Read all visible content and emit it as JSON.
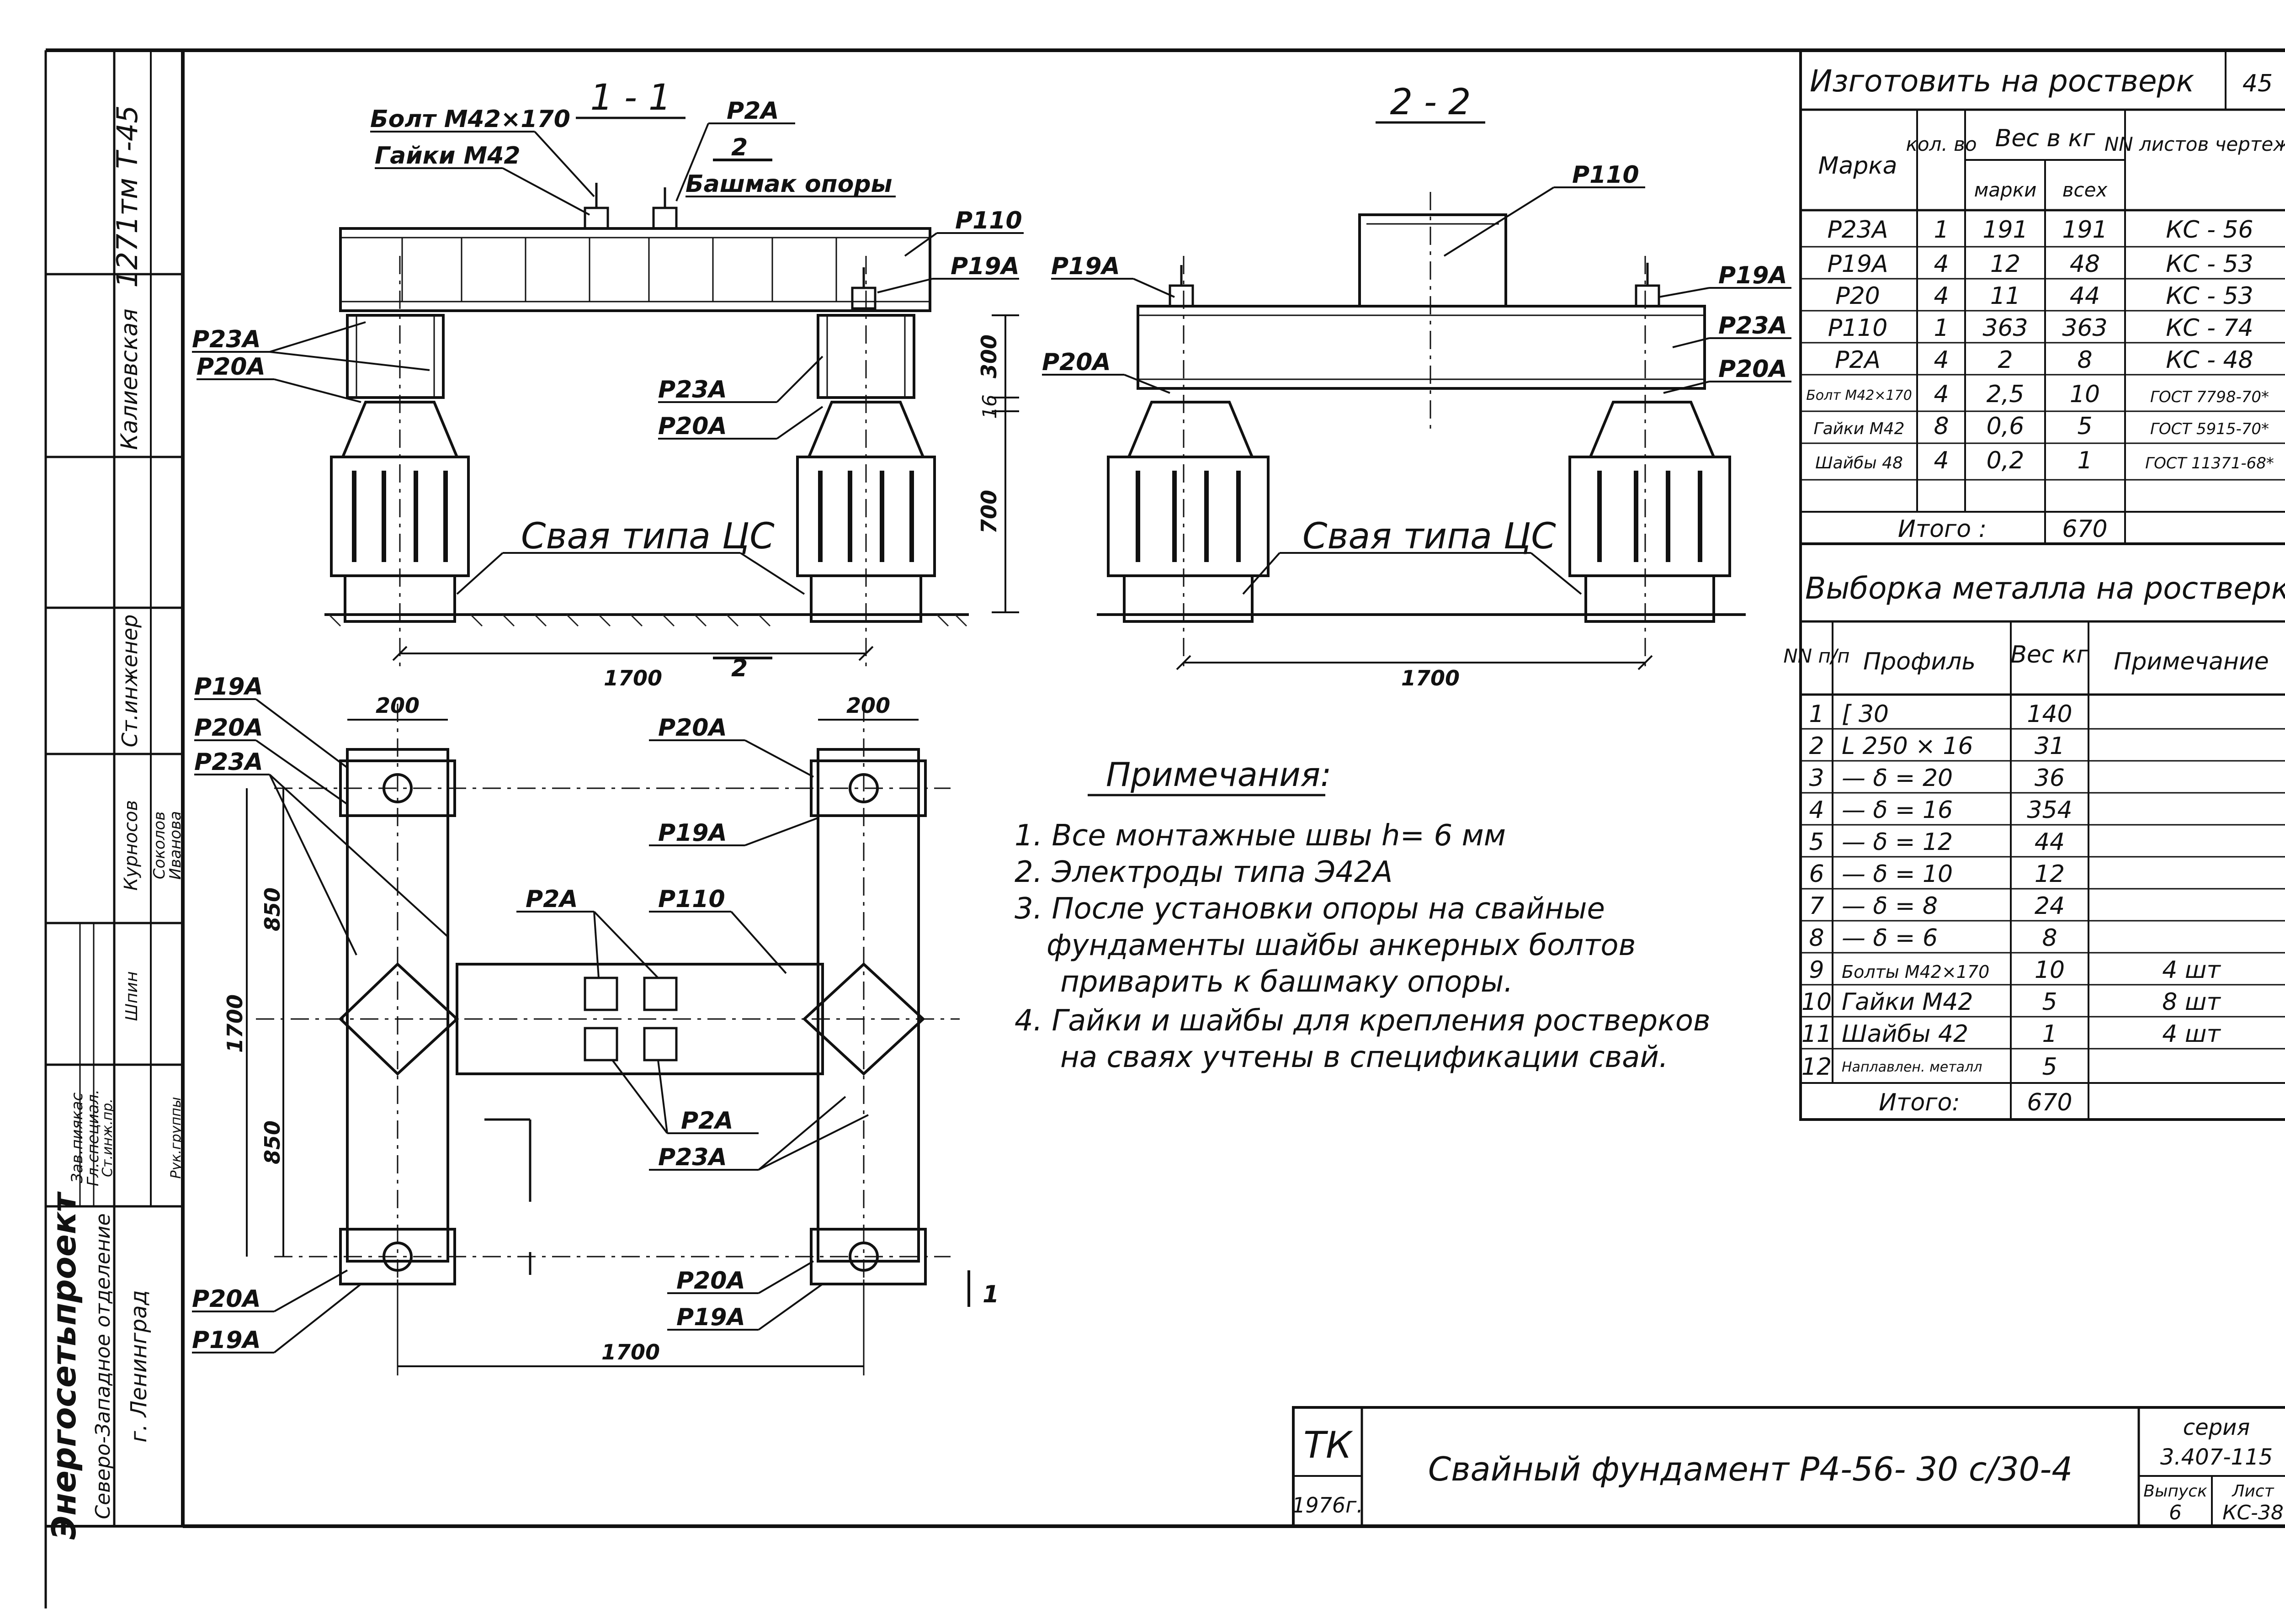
{
  "drawing": {
    "series": "серия 3.407-115",
    "series_label": "серия",
    "series_number": "3.407-115",
    "issue_label": "Выпуск",
    "issue": "6",
    "sheet_label": "Лист",
    "sheet": "КС-38",
    "title": "Свайный фундамент Р4-56- 30 с/30-4",
    "org_code": "ТК",
    "year": "1976г.",
    "corner_number": "45",
    "org_name": "Энергосетьпроект",
    "org_branch": "Северо-Западное отделение",
    "org_city": "г. Ленинград",
    "archive_code": "1271тм Т-45",
    "stamp_roles": [
      "Зав.пиякас",
      "Гл.специал.",
      "Ст.инж.пр.",
      "Рук.группы"
    ],
    "stamp_names": [
      "Курносов",
      "Шпин",
      "Соколов",
      "Иванова"
    ],
    "stamp_role_2": "Ст.инженер",
    "stamp_name_2": "Калиевская"
  },
  "manufacture_table": {
    "title": "Изготовить на ростверк",
    "headers": {
      "mark": "Марка",
      "qty": "кол. во",
      "weight": "Вес в кг",
      "weight_mark": "марки",
      "weight_all": "всех",
      "sheets": "NN листов чертежей"
    },
    "rows": [
      [
        "Р23А",
        "1",
        "191",
        "191",
        "КС - 56"
      ],
      [
        "Р19А",
        "4",
        "12",
        "48",
        "КС - 53"
      ],
      [
        "Р20",
        "4",
        "11",
        "44",
        "КС - 53"
      ],
      [
        "Р110",
        "1",
        "363",
        "363",
        "КС - 74"
      ],
      [
        "Р2А",
        "4",
        "2",
        "8",
        "КС - 48"
      ],
      [
        "Болт М42×170",
        "4",
        "2,5",
        "10",
        "ГОСТ 7798-70*"
      ],
      [
        "Гайки М42",
        "8",
        "0,6",
        "5",
        "ГОСТ 5915-70*"
      ],
      [
        "Шайбы 48",
        "4",
        "0,2",
        "1",
        "ГОСТ 11371-68*"
      ]
    ],
    "total_label": "Итого :",
    "total": "670"
  },
  "metal_table": {
    "title": "Выборка металла на ростверк",
    "headers": {
      "num": "NN п/п",
      "profile": "Профиль",
      "weight": "Вес кг",
      "note": "Примечание"
    },
    "rows": [
      [
        "1",
        "[ 30",
        "140",
        ""
      ],
      [
        "2",
        "L 250 × 16",
        "31",
        ""
      ],
      [
        "3",
        "— δ = 20",
        "36",
        ""
      ],
      [
        "4",
        "— δ = 16",
        "354",
        ""
      ],
      [
        "5",
        "— δ = 12",
        "44",
        ""
      ],
      [
        "6",
        "— δ = 10",
        "12",
        ""
      ],
      [
        "7",
        "— δ = 8",
        "24",
        ""
      ],
      [
        "8",
        "— δ = 6",
        "8",
        ""
      ],
      [
        "9",
        "Болты М42×170",
        "10",
        "4 шт"
      ],
      [
        "10",
        "Гайки М42",
        "5",
        "8 шт"
      ],
      [
        "11",
        "Шайбы 42",
        "1",
        "4 шт"
      ],
      [
        "12",
        "Наплавлен. металл",
        "5",
        ""
      ]
    ],
    "total_label": "Итого:",
    "total": "670"
  },
  "notes": {
    "title": "Примечания:",
    "items": [
      "1. Все монтажные швы  h= 6 мм",
      "2. Электроды типа  Э42А",
      "3. После установки опоры на свайные",
      "фундаменты шайбы анкерных болтов",
      "приварить к башмаку опоры.",
      "4. Гайки и шайбы для крепления ростверков",
      "на сваях учтены в спецификации свай."
    ]
  },
  "views": {
    "section_1": "1 - 1",
    "section_2": "2 - 2",
    "pile_label_1": "Свая типа ЦС",
    "pile_label_2": "Свая типа ЦС",
    "bolt_label": "Болт М42×170",
    "nut_label": "Гайки М42",
    "shoe_label": "Башмак опоры",
    "mark_cut": "2",
    "mark_cut_bottom": "2",
    "plan_cut": "1",
    "labels": {
      "p2a": "Р2А",
      "p110": "Р110",
      "p19a": "Р19А",
      "p23a": "Р23А",
      "p20a": "Р20А"
    },
    "dims": {
      "span": "1700",
      "h300": "300",
      "h16": "16",
      "h700": "700",
      "w200": "200",
      "plan_1700": "1700",
      "plan_850a": "850",
      "plan_850b": "850"
    }
  }
}
